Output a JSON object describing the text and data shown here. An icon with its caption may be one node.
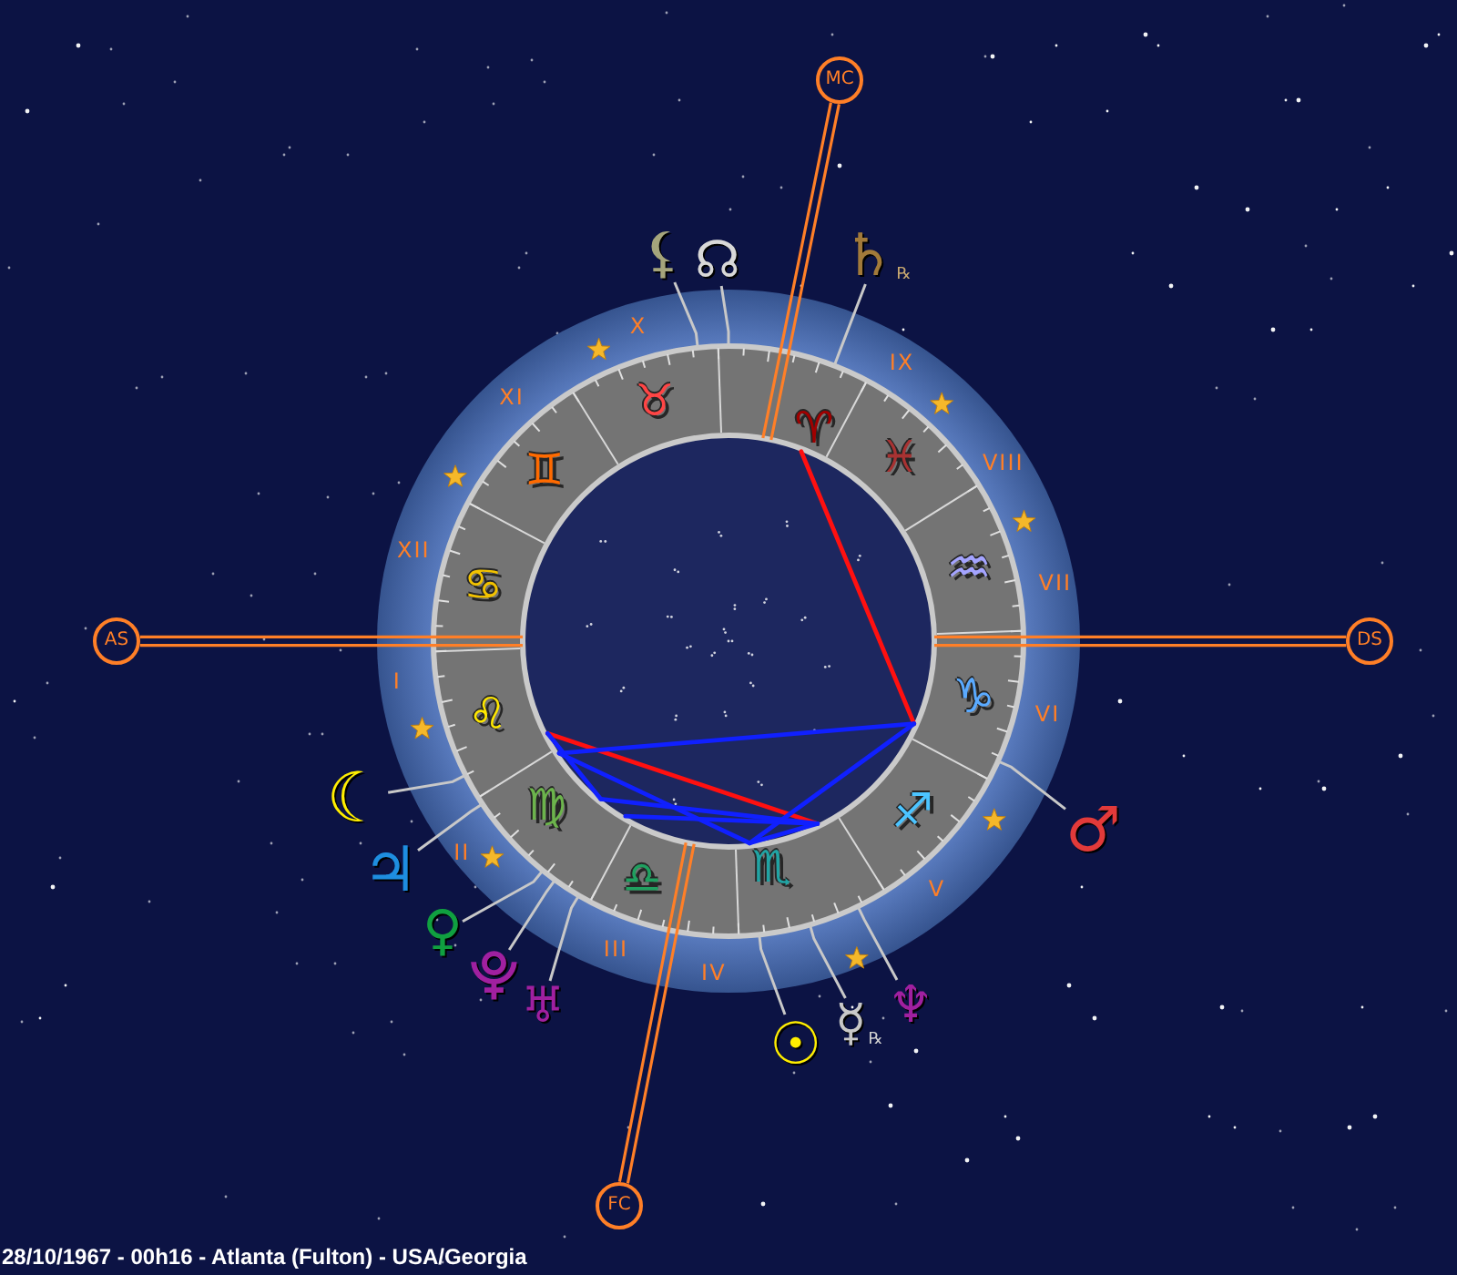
{
  "diagram": {
    "caption": "28/10/1967 - 00h16 - Atlanta (Fulton) - USA/Georgia",
    "nodes": [
      {
        "text": [
          "MC"
        ]
      },
      {
        "text": [
          "⚸"
        ]
      },
      {
        "text": [
          "☊"
        ]
      },
      {
        "text": [
          "♄"
        ],
        "beside": [
          "℞"
        ]
      },
      {
        "text": [
          "AS"
        ]
      },
      {
        "text": [
          "DS"
        ]
      },
      {
        "text": [
          "☾"
        ]
      },
      {
        "text": [
          "♂"
        ]
      },
      {
        "text": [
          "♃"
        ]
      },
      {
        "text": [
          "♀"
        ]
      },
      {
        "text": [
          "⯓"
        ]
      },
      {
        "text": [
          "♅"
        ]
      },
      {
        "text": [
          "♆"
        ]
      },
      {
        "text": [
          "☿"
        ],
        "beside": [
          "℞"
        ]
      },
      {
        "text": [
          "☉"
        ]
      },
      {
        "text": [
          "FC"
        ]
      }
    ],
    "edges": [
      {
        "from": 0,
        "to": null,
        "arrow": "none",
        "color": "#ff7f27"
      },
      {
        "from": 1,
        "to": null,
        "arrow": "none"
      },
      {
        "from": 2,
        "to": null,
        "arrow": "none"
      },
      {
        "from": 3,
        "to": null,
        "arrow": "none"
      },
      {
        "from": 4,
        "to": null,
        "arrow": "none",
        "color": "#ff7f27"
      },
      {
        "from": 5,
        "to": null,
        "arrow": "none",
        "color": "#ff7f27"
      },
      {
        "from": 6,
        "to": null,
        "arrow": "none"
      },
      {
        "from": 7,
        "to": null,
        "arrow": "none"
      },
      {
        "from": 8,
        "to": null,
        "arrow": "none"
      },
      {
        "from": 9,
        "to": null,
        "arrow": "none"
      },
      {
        "from": 10,
        "to": null,
        "arrow": "none"
      },
      {
        "from": 11,
        "to": null,
        "arrow": "none"
      },
      {
        "from": 12,
        "to": null,
        "arrow": "none"
      },
      {
        "from": 13,
        "to": null,
        "arrow": "none"
      },
      {
        "from": 14,
        "to": null,
        "arrow": "none"
      },
      {
        "from": 15,
        "to": null,
        "arrow": "none",
        "color": "#ff7f27"
      }
    ],
    "labels": [
      "X",
      "IX",
      "XI",
      "♉",
      "♈",
      "♊",
      "♓",
      "VIII",
      "XII",
      "♋",
      "♒",
      "VII",
      "I",
      "♌",
      "♑",
      "VI",
      "II",
      "♍",
      "♐",
      "♎",
      "♏",
      "V",
      "III",
      "IV"
    ]
  }
}
